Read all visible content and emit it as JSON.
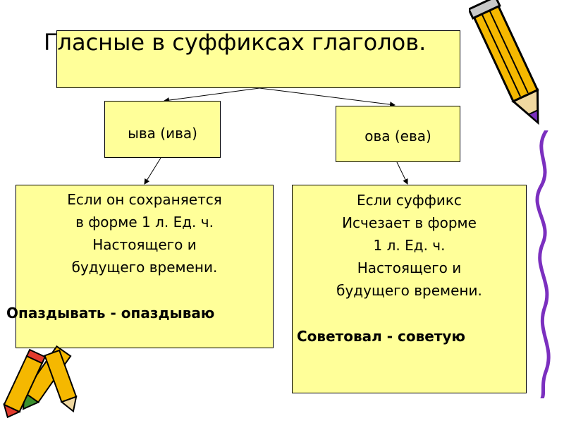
{
  "title": "Гласные в суффиксах глаголов.",
  "branches": [
    {
      "suffix": "ыва (ива)",
      "rule": "Если он сохраняется\nв форме 1 л. Ед. ч.\nНастоящего и\nбудущего времени.",
      "example": "Опаздывать - опаздываю"
    },
    {
      "suffix": "ова (ева)",
      "rule": "Если суффикс\nИсчезает в форме\n1 л. Ед. ч.\nНастоящего и\nбудущего времени.",
      "example": "Советовал - советую"
    }
  ],
  "colors": {
    "box_fill": "#ffff99",
    "pencil_body": "#f5b800",
    "pencil_tip": "#7b2fbf",
    "pencil_eraser": "#e23b2e",
    "squiggle": "#7b2fbf"
  },
  "decorations": [
    "pencil-icon",
    "crayon-cluster-icon",
    "squiggle-line"
  ]
}
